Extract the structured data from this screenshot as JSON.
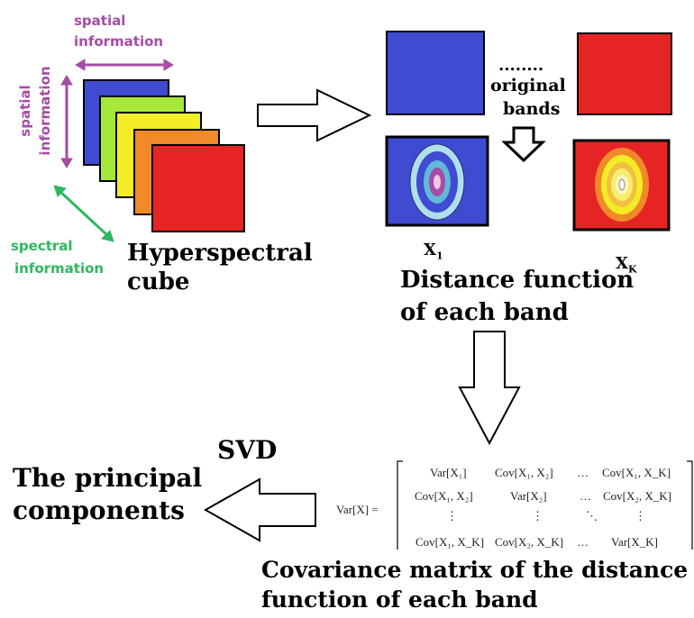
{
  "colors": {
    "blue": "#3f4bd0",
    "green": "#a6e838",
    "yellow": "#f4ec27",
    "orange": "#f08a28",
    "red": "#e62424",
    "purple": "#a64ca6",
    "spectral_green": "#2eb860"
  },
  "labels": {
    "spatial_top_1": "spatial",
    "spatial_top_2": "information",
    "spatial_left_1": "spatial",
    "spatial_left_2": "information",
    "spectral_1": "spectral",
    "spectral_2": "information",
    "cube_1": "Hyperspectral",
    "cube_2": "cube",
    "dots": "........",
    "bands_1": "original",
    "bands_2": "bands",
    "x1_main": "X",
    "x1_sub": "1",
    "xk_main": "X",
    "xk_sub": "K",
    "distance_1": "Distance function",
    "distance_2": "of each band",
    "svd": "SVD",
    "principal_1": "The principal",
    "principal_2": "components",
    "covariance_1": "Covariance  matrix of the distance",
    "covariance_2": "function of each band"
  },
  "matrix": {
    "lhs": "Var[X] =",
    "rows": [
      [
        "Var[X₁]",
        "Cov[X₁, X₂]",
        "…",
        "Cov[X₁, X_K]"
      ],
      [
        "Cov[X₁, X₂]",
        "Var[X₂]",
        "…",
        "Cov[X₂, X_K]"
      ],
      [
        "⋮",
        "⋮",
        "⋱",
        "⋮"
      ],
      [
        "Cov[X₁, X_K]",
        "Cov[X₂, X_K]",
        "…",
        "Var[X_K]"
      ]
    ]
  }
}
